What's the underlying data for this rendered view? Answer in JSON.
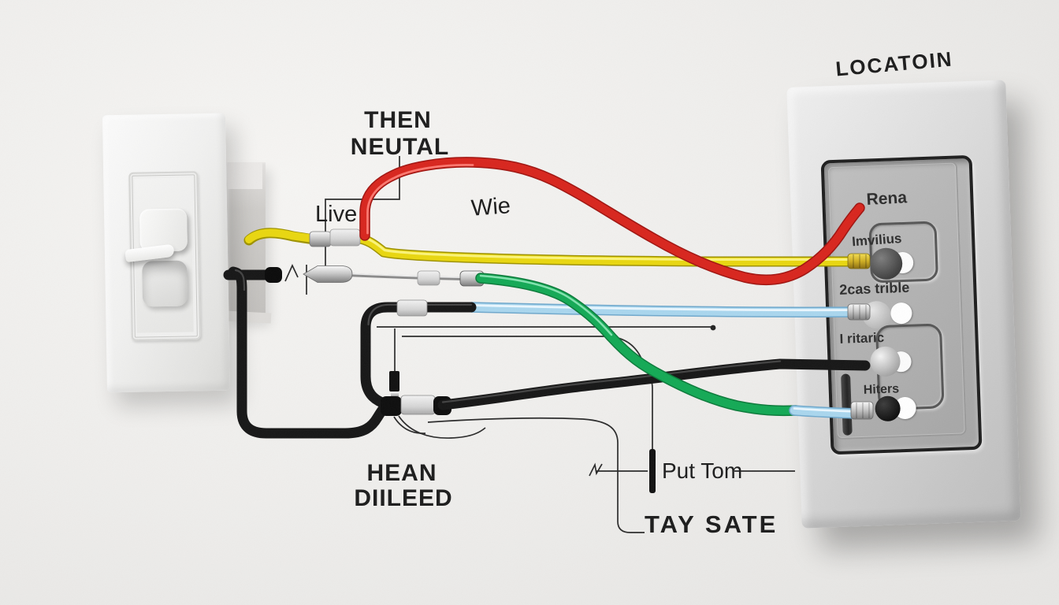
{
  "annotations": {
    "then_neutral": {
      "line1": "THEN",
      "line2": "NEUTAL"
    },
    "live": "Live",
    "wire": "Wie",
    "location": "LOCATOIN",
    "hean": "HEAN",
    "diileed": "DIILEED",
    "put_tom": "Put Tom",
    "tay_sate": "TAY SATE"
  },
  "outlet_panel": {
    "labels": {
      "top": "Rena",
      "terminal1": "Imvilius",
      "terminal2": "2cas trible",
      "terminal3": "I ritaric",
      "terminal4": "Hiters"
    }
  },
  "wires": {
    "colors": {
      "live_yellow": "#e9d70f",
      "neutral_red": "#d8251d",
      "earth_green": "#13a955",
      "blue": "#a9d6ee",
      "black": "#161616"
    }
  }
}
